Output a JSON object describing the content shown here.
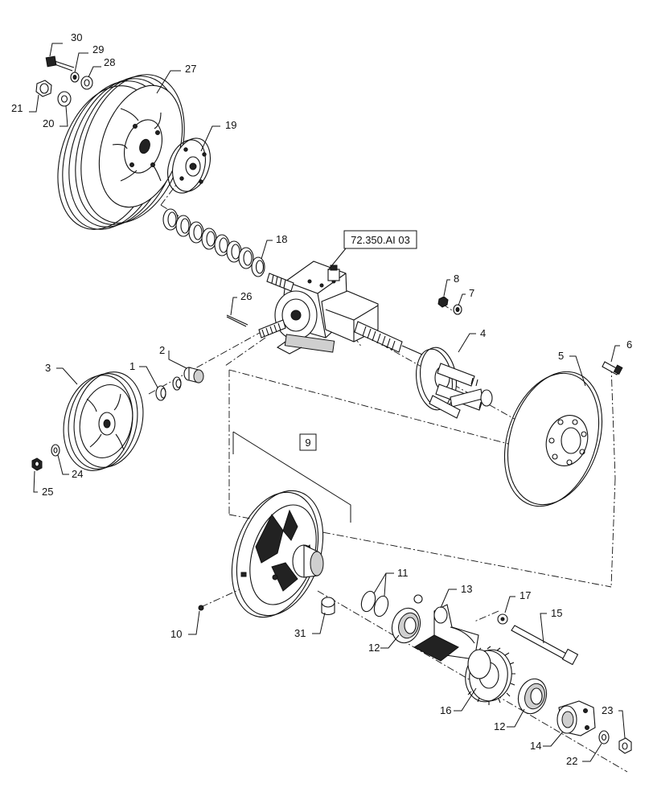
{
  "diagram": {
    "reference_box": "72.350.AI 03",
    "group_box": "9",
    "callouts": {
      "c30": "30",
      "c29": "29",
      "c28": "28",
      "c27": "27",
      "c21": "21",
      "c20": "20",
      "c19": "19",
      "c18": "18",
      "c26": "26",
      "c8": "8",
      "c7": "7",
      "c4": "4",
      "c6": "6",
      "c5": "5",
      "c2": "2",
      "c1": "1",
      "c3": "3",
      "c24": "24",
      "c25": "25",
      "c11": "11",
      "c13": "13",
      "c17": "17",
      "c15": "15",
      "c10": "10",
      "c31": "31",
      "c12a": "12",
      "c16": "16",
      "c12b": "12",
      "c23": "23",
      "c14": "14",
      "c22": "22"
    }
  }
}
